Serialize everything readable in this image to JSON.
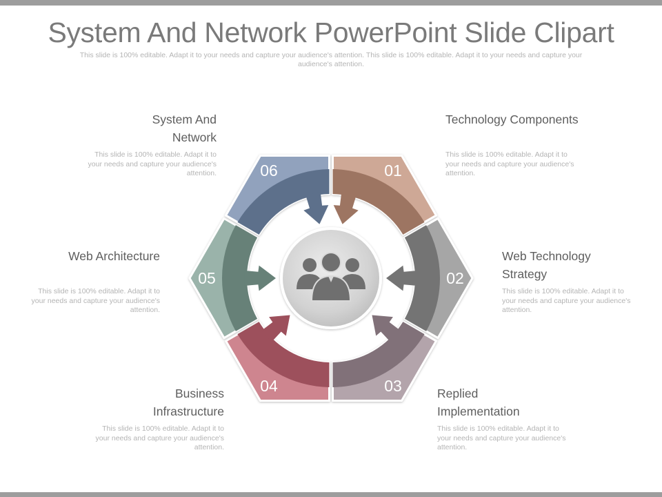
{
  "title": "System And Network PowerPoint Slide Clipart",
  "subtitle": "This slide is 100% editable. Adapt it to your needs and capture your audience's attention. This slide is 100% editable. Adapt it to your needs and capture your audience's attention.",
  "center_icon": "people-group-icon",
  "items": [
    {
      "number": "01",
      "label": "Technology Components",
      "desc": "This slide is 100% editable. Adapt it to your needs and capture your audience's attention.",
      "color": "#c08f78"
    },
    {
      "number": "02",
      "label": "Web Technology Strategy",
      "desc": "This slide is 100% editable. Adapt it to your needs and capture your audience's attention.",
      "color": "#8d8d8d"
    },
    {
      "number": "03",
      "label": "Replied Implementation",
      "desc": "This slide is 100% editable. Adapt it to your needs and capture your audience's attention.",
      "color": "#9d8a93"
    },
    {
      "number": "04",
      "label": "Business Infrastructure",
      "desc": "This slide is 100% editable. Adapt it to your needs and capture your audience's attention.",
      "color": "#c06270"
    },
    {
      "number": "05",
      "label": "Web Architecture",
      "desc": "This slide is 100% editable. Adapt it to your needs and capture your audience's attention.",
      "color": "#7d9d92"
    },
    {
      "number": "06",
      "label": "System And Network",
      "desc": "This slide is 100% editable. Adapt it to your needs and capture your audience's attention.",
      "color": "#7288aa"
    }
  ]
}
